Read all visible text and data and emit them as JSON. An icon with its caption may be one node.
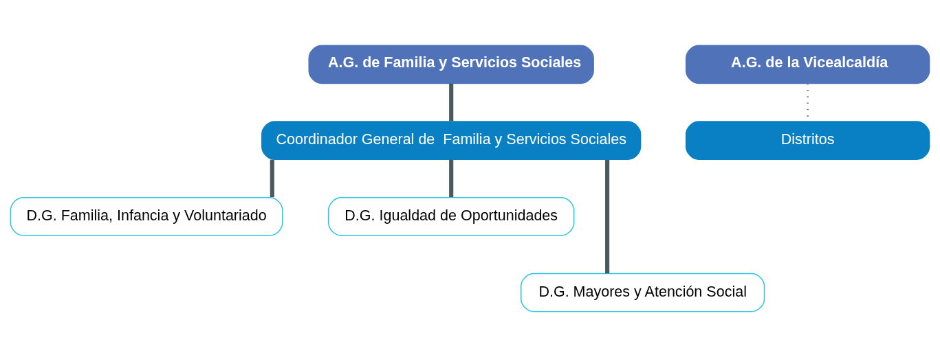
{
  "diagram": {
    "nodes": [
      {
        "text": [
          "A.G. de Familia y Servicios Sociales"
        ]
      },
      {
        "text": [
          "Coordinador General de  Familia y Servicios Sociales"
        ]
      },
      {
        "text": [
          "D.G. Familia, Infancia y Voluntariado"
        ]
      },
      {
        "text": [
          "D.G. Igualdad de Oportunidades"
        ]
      },
      {
        "text": [
          "D.G. Mayores y Atención Social"
        ]
      },
      {
        "text": [
          "A.G. de la Vicealcaldía"
        ]
      },
      {
        "text": [
          "Distritos"
        ]
      }
    ],
    "edges": [
      {
        "from": 0,
        "to": 1,
        "arrow": "none"
      },
      {
        "from": 1,
        "to": 2,
        "arrow": "none"
      },
      {
        "from": 1,
        "to": 3,
        "arrow": "none"
      },
      {
        "from": 1,
        "to": 4,
        "arrow": "none"
      },
      {
        "from": 5,
        "to": 6,
        "arrow": "none",
        "style": "dashed",
        "color": "#6d6d6d"
      }
    ]
  }
}
